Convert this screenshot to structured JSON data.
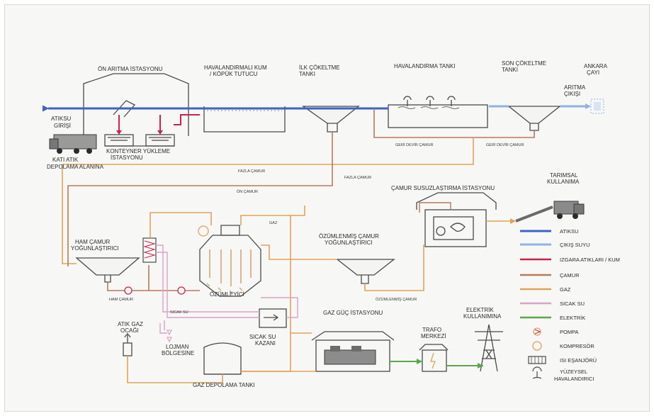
{
  "colors": {
    "atiksu": "#3f63c4",
    "cikis_suyu": "#8fb3e0",
    "izgara": "#c8234a",
    "camur": "#b77a5b",
    "gaz": "#e0a35a",
    "sicak_su": "#d9a2c8",
    "elektrik": "#5aa64a",
    "outline": "#4a4a4a"
  },
  "labels": {
    "on_aritma": "ÖN ARITMA İSTASYONU",
    "havalandirmali_kum_1": "HAVALANDIRMALI KUM",
    "havalandirmali_kum_2": "/ KÖPÜK TUTUCU",
    "ilk_cokeltme_1": "İLK ÇÖKELTME",
    "ilk_cokeltme_2": "TANKI",
    "havalandirma_tanki": "HAVALANDIRMA TANKI",
    "son_cokeltme_1": "SON ÇÖKELTME",
    "son_cokeltme_2": "TANKI",
    "ankara_cayi_1": "ANKARA",
    "ankara_cayi_2": "ÇAYI",
    "aritma_cikisi_1": "ARITMA",
    "aritma_cikisi_2": "ÇIKIŞI",
    "atiksu_girisi_1": "ATIKSU",
    "atiksu_girisi_2": "GİRİŞİ",
    "konteyner_1": "KONTEYNER YÜKLEME",
    "konteyner_2": "İSTASYONU",
    "kati_atik_1": "KATI ATIK",
    "kati_atik_2": "DEPOLAMA ALANINA",
    "geri_devir_camur_1": "GERİ DEVİR ÇAMUR",
    "geri_devir_camur_2": "GERİ DEVİR ÇAMUR",
    "fazla_camur_1": "FAZLA ÇAMUR",
    "fazla_camur_2": "FAZLA ÇAMUR",
    "on_camur": "ÖN ÇAMUR",
    "camur_susuz": "ÇAMUR SUSUZLAŞTIRMA İSTASYONU",
    "tarimsal_1": "TARIMSAL",
    "tarimsal_2": "KULLANIMA",
    "ham_camur_1": "HAM ÇAMUR",
    "ham_camur_2": "YOĞUNLAŞTIRICI",
    "ham_camur_small": "HAM ÇAMUR",
    "gaz_small": "GAZ",
    "ozumlenmis_1": "ÖZÜMLENMİŞ ÇAMUR",
    "ozumlenmis_2": "YOĞUNLAŞTIRICI",
    "ozumlenmis_small": "ÖZÜMLENMİŞ ÇAMUR",
    "ozumleyici": "ÖZÜMLEYİCİ",
    "sicak_su_small": "SICAK SU",
    "sicak_su_kazani_1": "SICAK SU",
    "sicak_su_kazani_2": "KAZANI",
    "gaz_guc": "GAZ GÜÇ İSTASYONU",
    "elektrik_kull_1": "ELEKTRİK",
    "elektrik_kull_2": "KULLANIMINA",
    "trafo_1": "TRAFO",
    "trafo_2": "MERKEZİ",
    "atik_gaz_1": "ATIK GAZ",
    "atik_gaz_2": "OCAĞI",
    "lojman_1": "LOJMAN",
    "lojman_2": "BÖLGESİNE",
    "gaz_depolama": "GAZ DEPOLAMA TANKI"
  },
  "legend": [
    {
      "key": "atiksu",
      "label": "ATIKSU",
      "kind": "line",
      "color": "#3f63c4"
    },
    {
      "key": "cikis_suyu",
      "label": "ÇIKIŞ SUYU",
      "kind": "line",
      "color": "#8fb3e0"
    },
    {
      "key": "izgara",
      "label": "IZGARA ATIKLARI / KUM",
      "kind": "line",
      "color": "#c8234a"
    },
    {
      "key": "camur",
      "label": "ÇAMUR",
      "kind": "line",
      "color": "#b77a5b"
    },
    {
      "key": "gaz",
      "label": "GAZ",
      "kind": "line",
      "color": "#e0a35a"
    },
    {
      "key": "sicak_su",
      "label": "SICAK SU",
      "kind": "line",
      "color": "#d9a2c8"
    },
    {
      "key": "elektrik",
      "label": "ELEKTRİK",
      "kind": "line",
      "color": "#5aa64a"
    },
    {
      "key": "pompa",
      "label": "POMPA",
      "kind": "pump-icon",
      "color": "#e0a35a"
    },
    {
      "key": "kompresor",
      "label": "KOMPRESÖR",
      "kind": "compressor-icon",
      "color": "#e0a35a"
    },
    {
      "key": "isi",
      "label": "ISI EŞANJÖRÜ",
      "kind": "heat-exchanger-icon",
      "color": "#4a4a4a"
    },
    {
      "key": "yuzeysel_1",
      "label": "YÜZEYSEL",
      "kind": "surface-aerator-icon",
      "color": "#4a4a4a"
    },
    {
      "key": "yuzeysel_2",
      "label": "HAVALANDIRICI",
      "kind": "none",
      "color": "#4a4a4a"
    }
  ]
}
